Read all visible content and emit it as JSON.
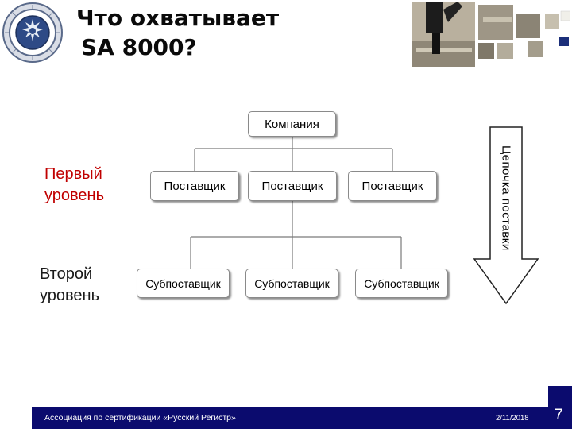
{
  "slide": {
    "title_line1": "Что охватывает",
    "title_line2": "SA 8000?",
    "logo_icon": "russian-register-emblem-icon",
    "photo_icon": "stairs-walking-photo"
  },
  "diagram": {
    "company": "Компания",
    "suppliers": [
      "Поставщик",
      "Поставщик",
      "Поставщик"
    ],
    "subcontractors": [
      "Субпоставщик",
      "Субпоставщик",
      "Субпоставщик"
    ],
    "level_first": [
      "Первый",
      "уровень"
    ],
    "level_second": [
      "Второй",
      "уровень"
    ],
    "supply_chain_label": "Цепочка поставки",
    "colors": {
      "first_level": "#c00000",
      "footer": "#0b0b6e"
    }
  },
  "footer": {
    "organization": "Ассоциация по сертификации «Русский Регистр»",
    "date": "2/11/2018",
    "page_number": "7"
  }
}
